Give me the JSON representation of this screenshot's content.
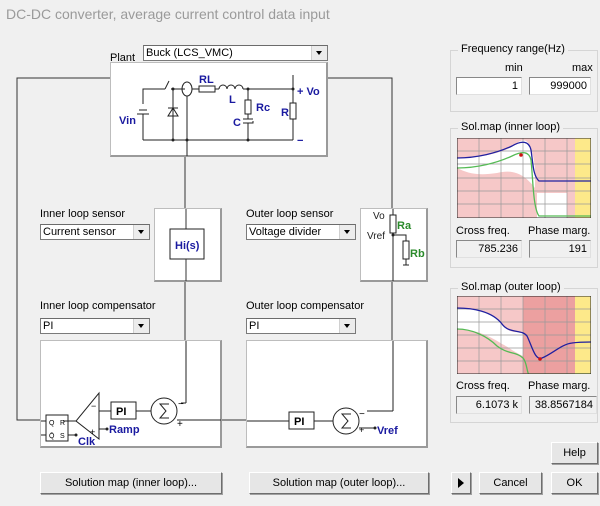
{
  "window": {
    "title": "DC-DC converter, average current control data input"
  },
  "plant": {
    "label": "Plant",
    "value": "Buck (LCS_VMC)"
  },
  "schematic": {
    "labels": {
      "vin": "Vin",
      "rl": "RL",
      "l": "L",
      "rc": "Rc",
      "c": "C",
      "r": "R",
      "vo": "+ Vo",
      "minus": "−"
    }
  },
  "inner_sensor": {
    "label": "Inner loop sensor",
    "value": "Current sensor",
    "block": "Hi(s)"
  },
  "outer_sensor": {
    "label": "Outer loop sensor",
    "value": "Voltage divider",
    "vo": "Vo",
    "vref": "Vref",
    "ra": "Ra",
    "rb": "Rb"
  },
  "inner_comp": {
    "label": "Inner loop compensator",
    "value": "PI",
    "pi": "PI",
    "q": "Q",
    "qbar": "Q̄",
    "r": "R",
    "s": "S",
    "clk": "Clk",
    "ramp": "Ramp",
    "minus": "−",
    "plus": "+"
  },
  "outer_comp": {
    "label": "Outer loop compensator",
    "value": "PI",
    "pi": "PI",
    "vref": "Vref",
    "minus": "−",
    "plus": "+"
  },
  "freq_range": {
    "title": "Frequency range(Hz)",
    "min_label": "min",
    "max_label": "max",
    "min": "1",
    "max": "999000"
  },
  "inner_map": {
    "title": "Sol.map (inner loop)",
    "cross_label": "Cross freq.",
    "phase_label": "Phase marg.",
    "cross": "785.236",
    "phase": "191"
  },
  "outer_map": {
    "title": "Sol.map (outer loop)",
    "cross_label": "Cross freq.",
    "phase_label": "Phase marg.",
    "cross": "6.1073 k",
    "phase": "38.8567184"
  },
  "buttons": {
    "sol_inner": "Solution map (inner loop)...",
    "sol_outer": "Solution map (outer loop)...",
    "help": "Help",
    "cancel": "Cancel",
    "ok": "OK"
  },
  "colors": {
    "accent_blue": "#1a1aa0",
    "green": "#2a8a2a",
    "map_pink": "#f6c8c8",
    "map_red": "#eca0a0",
    "map_yellow": "#fde98a",
    "curve_blue": "#2020a0",
    "curve_green": "#55bb55"
  }
}
